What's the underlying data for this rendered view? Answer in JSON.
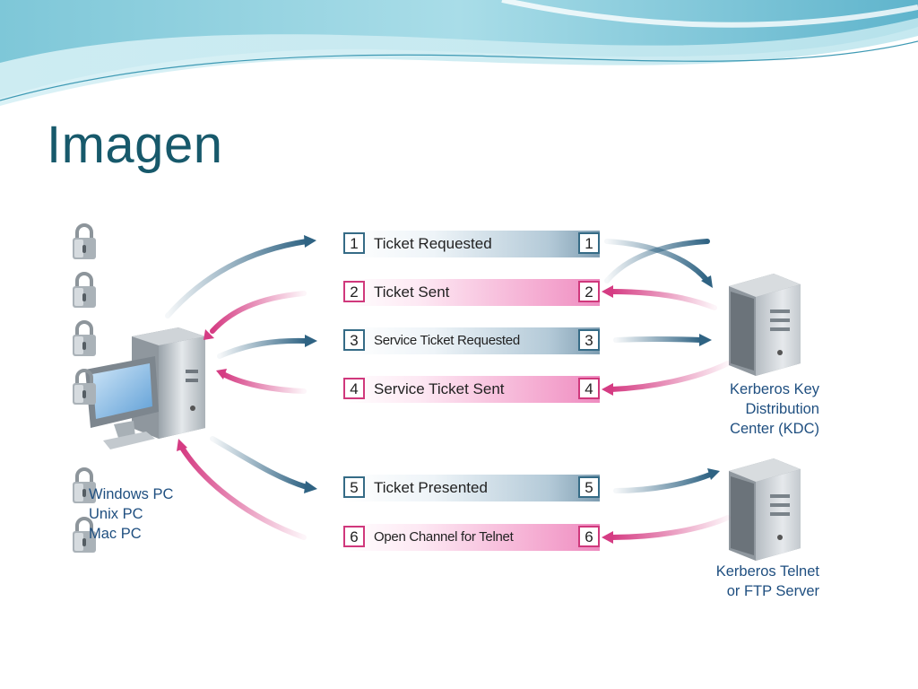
{
  "slide": {
    "title": "Imagen"
  },
  "diagram": {
    "client": {
      "lines": [
        "Windows PC",
        "Unix PC",
        "Mac PC"
      ],
      "icon": "desktop-computer-icon"
    },
    "kdc": {
      "lines": [
        "Kerberos Key",
        "Distribution",
        "Center (KDC)"
      ],
      "icon": "server-tower-icon"
    },
    "server": {
      "lines": [
        "Kerberos Telnet",
        "or FTP Server"
      ],
      "icon": "server-tower-icon"
    },
    "steps": [
      {
        "num": "1",
        "label": "Ticket Requested",
        "direction": "to-kdc",
        "color": "blue"
      },
      {
        "num": "2",
        "label": "Ticket Sent",
        "direction": "to-client",
        "color": "pink"
      },
      {
        "num": "3",
        "label": "Service Ticket Requested",
        "direction": "to-kdc",
        "color": "blue"
      },
      {
        "num": "4",
        "label": "Service Ticket Sent",
        "direction": "to-client",
        "color": "pink"
      },
      {
        "num": "5",
        "label": "Ticket Presented",
        "direction": "to-server",
        "color": "blue"
      },
      {
        "num": "6",
        "label": "Open Channel for Telnet",
        "direction": "to-client",
        "color": "pink"
      }
    ],
    "colors": {
      "blue_arrow": "#2f6383",
      "pink_arrow": "#d53c83",
      "caption_text": "#1f4f80",
      "title_text": "#17596b"
    },
    "lock_icon": "padlock-icon"
  }
}
